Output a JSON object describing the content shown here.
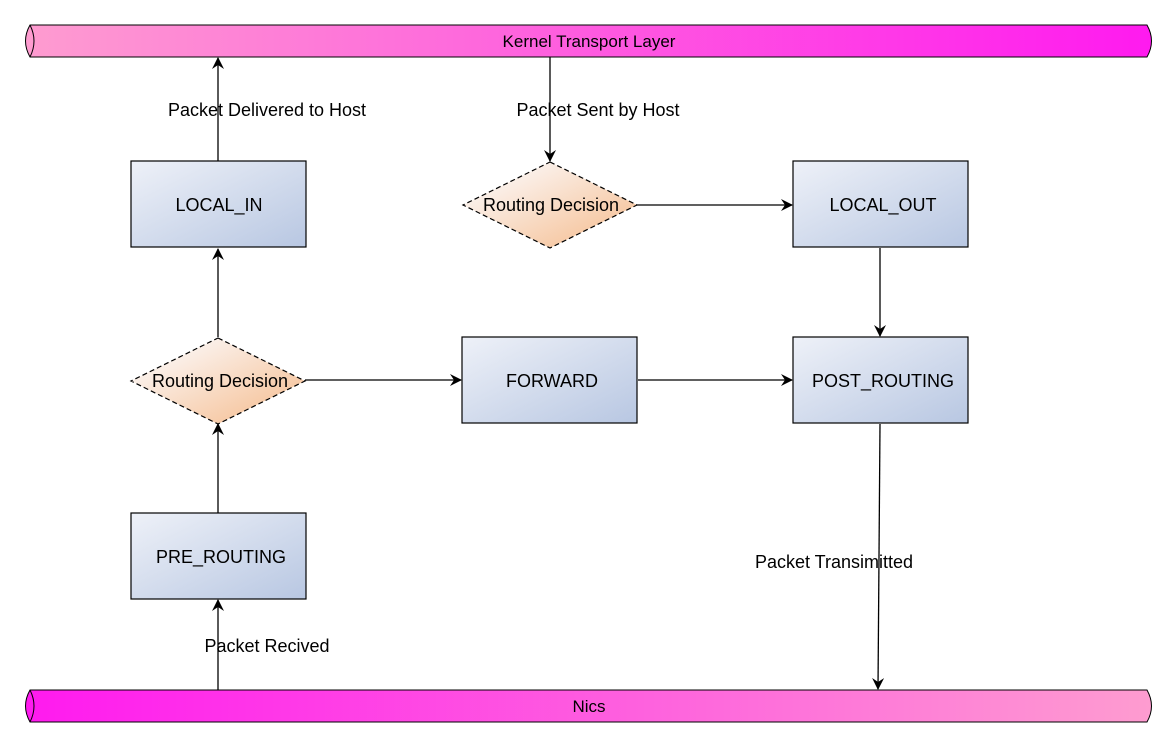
{
  "bars": {
    "top": "Kernel Transport Layer",
    "bottom": "Nics"
  },
  "nodes": {
    "local_in": "LOCAL_IN",
    "local_out": "LOCAL_OUT",
    "forward": "FORWARD",
    "post_routing": "POST_ROUTING",
    "pre_routing": "PRE_ROUTING",
    "routing_decision_top": "Routing Decision",
    "routing_decision_left": "Routing Decision"
  },
  "edge_labels": {
    "delivered": "Packet Delivered to Host",
    "sent": "Packet Sent by Host",
    "received": "Packet Recived",
    "transmitted": "Packet Transimitted"
  },
  "colors": {
    "bar_pink": "#fe9cd0",
    "bar_magenta": "#ff1aef",
    "box_light": "#eef1f8",
    "box_dark": "#b8c7e2",
    "diamond_light": "#fbf6f4",
    "diamond_dark": "#f6c49c"
  }
}
